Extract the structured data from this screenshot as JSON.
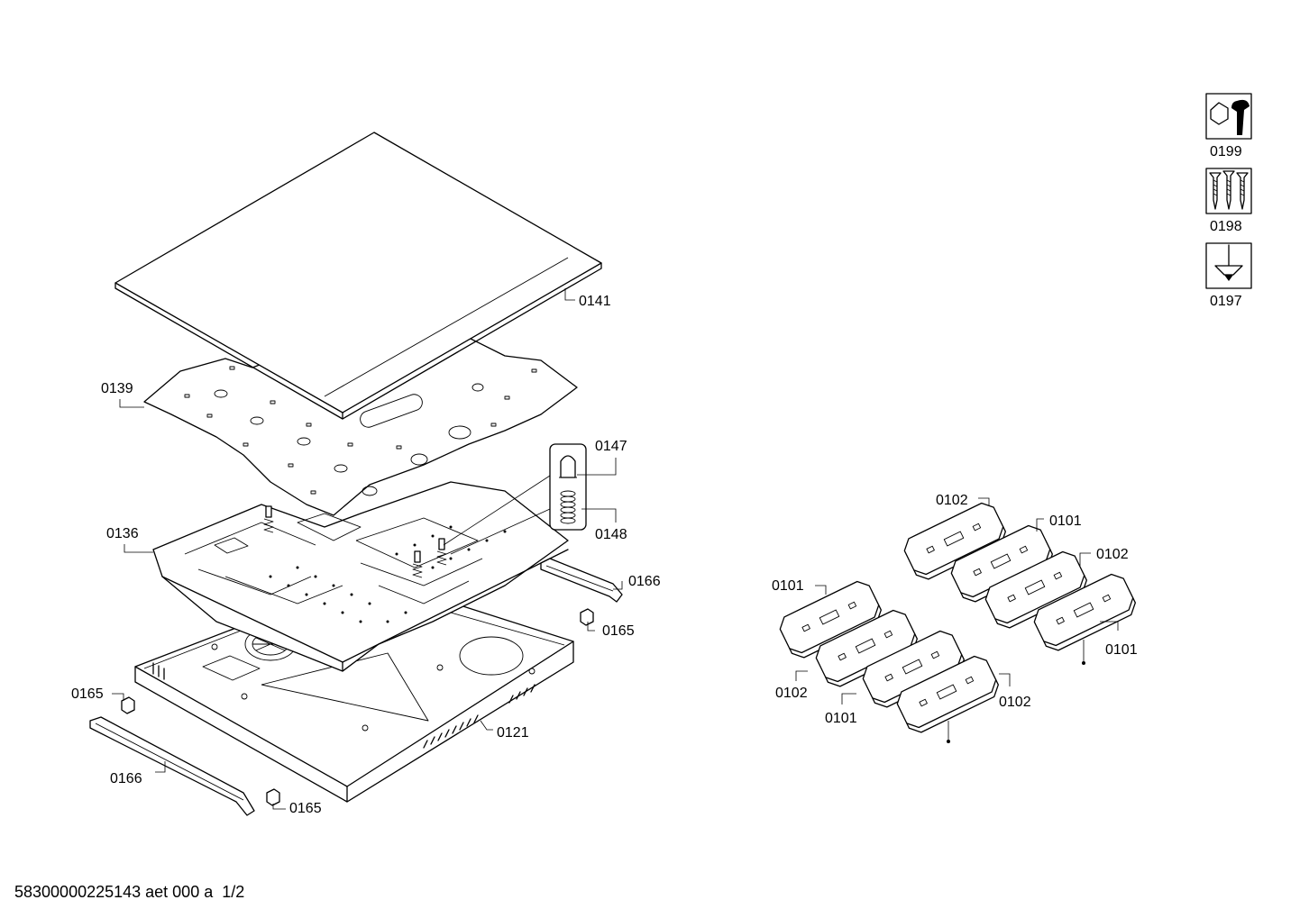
{
  "footer": {
    "doc_code": "58300000225143 aet 000 a  1/2"
  },
  "tools": {
    "wrench_label": "0199",
    "screws_label": "0198",
    "screwdriver_label": "0197"
  },
  "parts": {
    "glass_top": "0141",
    "insulation_sheet": "0139",
    "coil_carrier_frame": "0136",
    "pin_cap": "0147",
    "spring": "0148",
    "rail_right": "0166",
    "clip_right": "0165",
    "clip_left": "0165",
    "rail_front": "0166",
    "clip_bottom": "0165",
    "housing": "0121"
  },
  "coils": {
    "left_top": "0101",
    "left_bottom": "0102",
    "mid_bottom_101": "0101",
    "mid_bottom_102": "0102",
    "top_102": "0102",
    "top_101": "0101",
    "right_102": "0102",
    "right_101": "0101"
  }
}
